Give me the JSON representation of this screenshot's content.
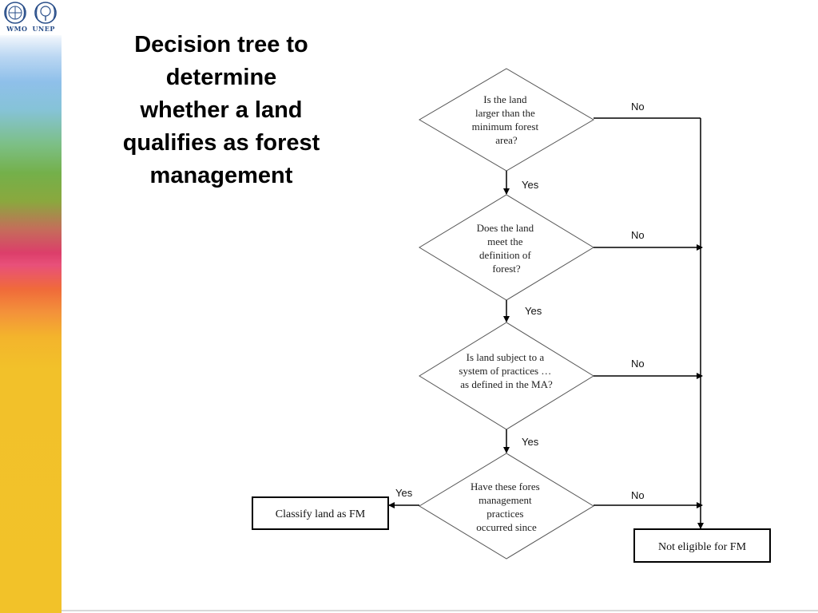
{
  "logos": {
    "left_name": "WMO",
    "right_name": "UNEP",
    "left_icon": "wmo-emblem",
    "right_icon": "unep-emblem"
  },
  "title": {
    "lines": [
      "Decision tree to",
      "determine",
      "whether a land",
      "qualifies as forest",
      "management"
    ]
  },
  "flowchart": {
    "questions": [
      {
        "lines": [
          "Is the land",
          "larger than the",
          "minimum forest",
          "area?"
        ]
      },
      {
        "lines": [
          "Does the land",
          "meet the",
          "definition of",
          "forest?"
        ]
      },
      {
        "lines": [
          "Is land subject to a",
          "system of practices …",
          "as defined in the MA?"
        ]
      },
      {
        "lines": [
          "Have these fores",
          "management",
          "practices",
          "occurred since"
        ]
      }
    ],
    "yes_label": "Yes",
    "no_label": "No",
    "outcome_fm": "Classify land as FM",
    "outcome_not_eligible": "Not eligible for FM"
  }
}
